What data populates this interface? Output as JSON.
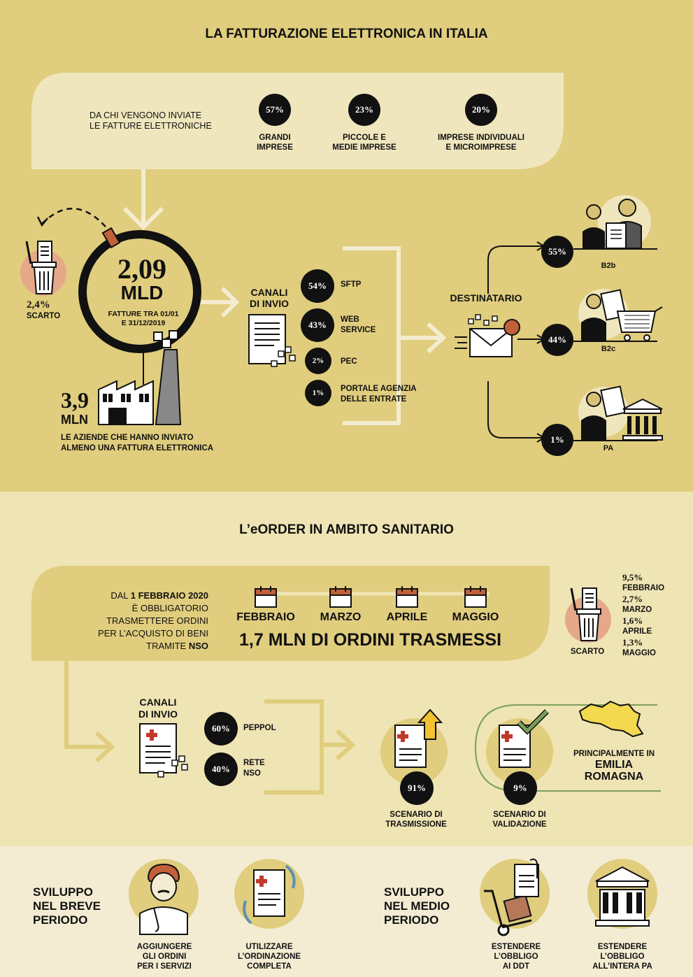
{
  "sec1": {
    "title": "LA FATTURAZIONE ELETTRONICA IN ITALIA",
    "senders": {
      "label_line1": "DA CHI VENGONO INVIATE",
      "label_line2": "LE FATTURE ELETTRONICHE",
      "items": [
        {
          "pct": "57%",
          "line1": "GRANDI",
          "line2": "IMPRESE"
        },
        {
          "pct": "23%",
          "line1": "PICCOLE E",
          "line2": "MEDIE IMPRESE"
        },
        {
          "pct": "20%",
          "line1": "IMPRESE INDIVIDUALI",
          "line2": "E MICROIMPRESE"
        }
      ]
    },
    "scarto": {
      "pct": "2,4%",
      "label": "SCARTO"
    },
    "total": {
      "value": "2,09",
      "unit": "MLD",
      "line1": "FATTURE TRA 01/01",
      "line2": "E 31/12/2019"
    },
    "companies": {
      "value": "3,9",
      "unit": "MLN",
      "line1": "LE AZIENDE CHE HANNO INVIATO",
      "line2": "ALMENO UNA FATTURA ELETTRONICA"
    },
    "channels": {
      "title_line1": "CANALI",
      "title_line2": "DI INVIO",
      "items": [
        {
          "pct": "54%",
          "line1": "SFTP",
          "line2": ""
        },
        {
          "pct": "43%",
          "line1": "WEB",
          "line2": "SERVICE"
        },
        {
          "pct": "2%",
          "line1": "PEC",
          "line2": ""
        },
        {
          "pct": "1%",
          "line1": "PORTALE AGENZIA",
          "line2": "DELLE ENTRATE"
        }
      ]
    },
    "recipient": {
      "title": "DESTINATARIO"
    },
    "destinations": [
      {
        "pct": "55%",
        "label": "B2b"
      },
      {
        "pct": "44%",
        "label": "B2c"
      },
      {
        "pct": "1%",
        "label": "PA"
      }
    ]
  },
  "sec2": {
    "title": "L’eORDER IN AMBITO SANITARIO",
    "intro": {
      "l1_a": "DAL ",
      "l1_b": "1 FEBBRAIO 2020",
      "l2": "È OBBLIGATORIO",
      "l3": "TRASMETTERE ORDINI",
      "l4": "PER L’ACQUISTO DI BENI",
      "l5_a": "TRAMITE ",
      "l5_b": "NSO"
    },
    "months": [
      "FEBBRAIO",
      "MARZO",
      "APRILE",
      "MAGGIO"
    ],
    "orders_total": "1,7 MLN DI ORDINI TRASMESSI",
    "scarto_label": "SCARTO",
    "scarto_values": [
      {
        "pct": "9,5%",
        "month": "FEBBRAIO"
      },
      {
        "pct": "2,7%",
        "month": "MARZO"
      },
      {
        "pct": "1,6%",
        "month": "APRILE"
      },
      {
        "pct": "1,3%",
        "month": "MAGGIO"
      }
    ],
    "channels": {
      "title_line1": "CANALI",
      "title_line2": "DI INVIO",
      "items": [
        {
          "pct": "60%",
          "line1": "PEPPOL",
          "line2": ""
        },
        {
          "pct": "40%",
          "line1": "RETE",
          "line2": "NSO"
        }
      ]
    },
    "scenarios": [
      {
        "pct": "91%",
        "line1": "SCENARIO DI",
        "line2": "TRASMISSIONE"
      },
      {
        "pct": "9%",
        "line1": "SCENARIO DI",
        "line2": "VALIDAZIONE"
      }
    ],
    "region": {
      "line1": "PRINCIPALMENTE IN",
      "line2": "EMILIA",
      "line3": "ROMAGNA"
    }
  },
  "sec3": {
    "short_term": {
      "line1": "SVILUPPO",
      "line2": "NEL BREVE",
      "line3": "PERIODO"
    },
    "medium_term": {
      "line1": "SVILUPPO",
      "line2": "NEL MEDIO",
      "line3": "PERIODO"
    },
    "items": [
      {
        "line1": "AGGIUNGERE",
        "line2": "GLI ORDINI",
        "line3": "PER I SERVIZI"
      },
      {
        "line1": "UTILIZZARE",
        "line2": "L’ORDINAZIONE",
        "line3": "COMPLETA"
      },
      {
        "line1": "ESTENDERE",
        "line2": "L’OBBLIGO",
        "line3": "AI DDT"
      },
      {
        "line1": "ESTENDERE",
        "line2": "L’OBBLIGO",
        "line3": "ALL’INTERA PA"
      }
    ]
  }
}
